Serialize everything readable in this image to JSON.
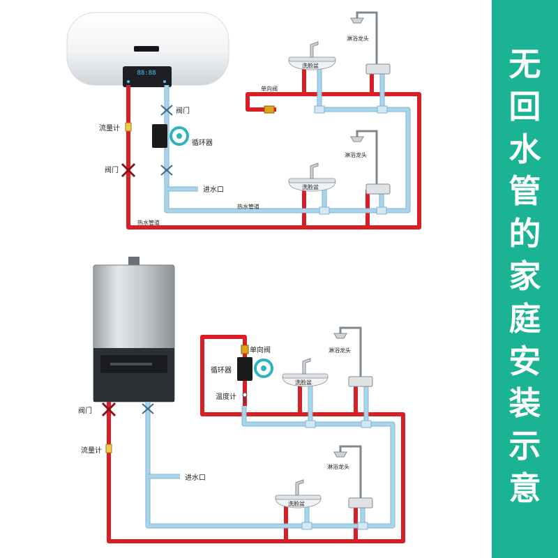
{
  "side_title": [
    "无",
    "回",
    "水",
    "管",
    "的",
    "家",
    "庭",
    "安",
    "装",
    "示",
    "意"
  ],
  "diagram_top": {
    "heater_display": "88:88",
    "valve_label_1": "阀门",
    "pump_label": "循环器",
    "flow_meter_label": "流量计",
    "valve_label_2": "阀门",
    "inlet_label": "进水口",
    "hot_pipe_label": "热水管道",
    "hot_pipe_label_2": "热水管道",
    "check_valve_label": "单向阀",
    "basin_label_1": "洗脸盆",
    "basin_label_2": "洗脸盆",
    "shower_label_1": "淋浴龙头",
    "shower_label_2": "淋浴龙头"
  },
  "diagram_bottom": {
    "valve_label": "阀门",
    "flow_meter_label": "流量计",
    "inlet_label": "进水口",
    "pump_label": "循环器",
    "thermometer_label": "温度计",
    "check_valve_label": "单向阀",
    "basin_label_1": "洗脸盆",
    "basin_label_2": "洗脸盆",
    "shower_label_1": "淋浴龙头",
    "shower_label_2": "淋浴龙头"
  },
  "colors": {
    "hot_pipe": "#d81f26",
    "cold_pipe": "#a8d4ec",
    "cold_pipe_edge": "#7fb3d3",
    "accent": "#1ab393",
    "pump_body": "#1b1b1b",
    "pump_ring": "#29b4c0"
  }
}
